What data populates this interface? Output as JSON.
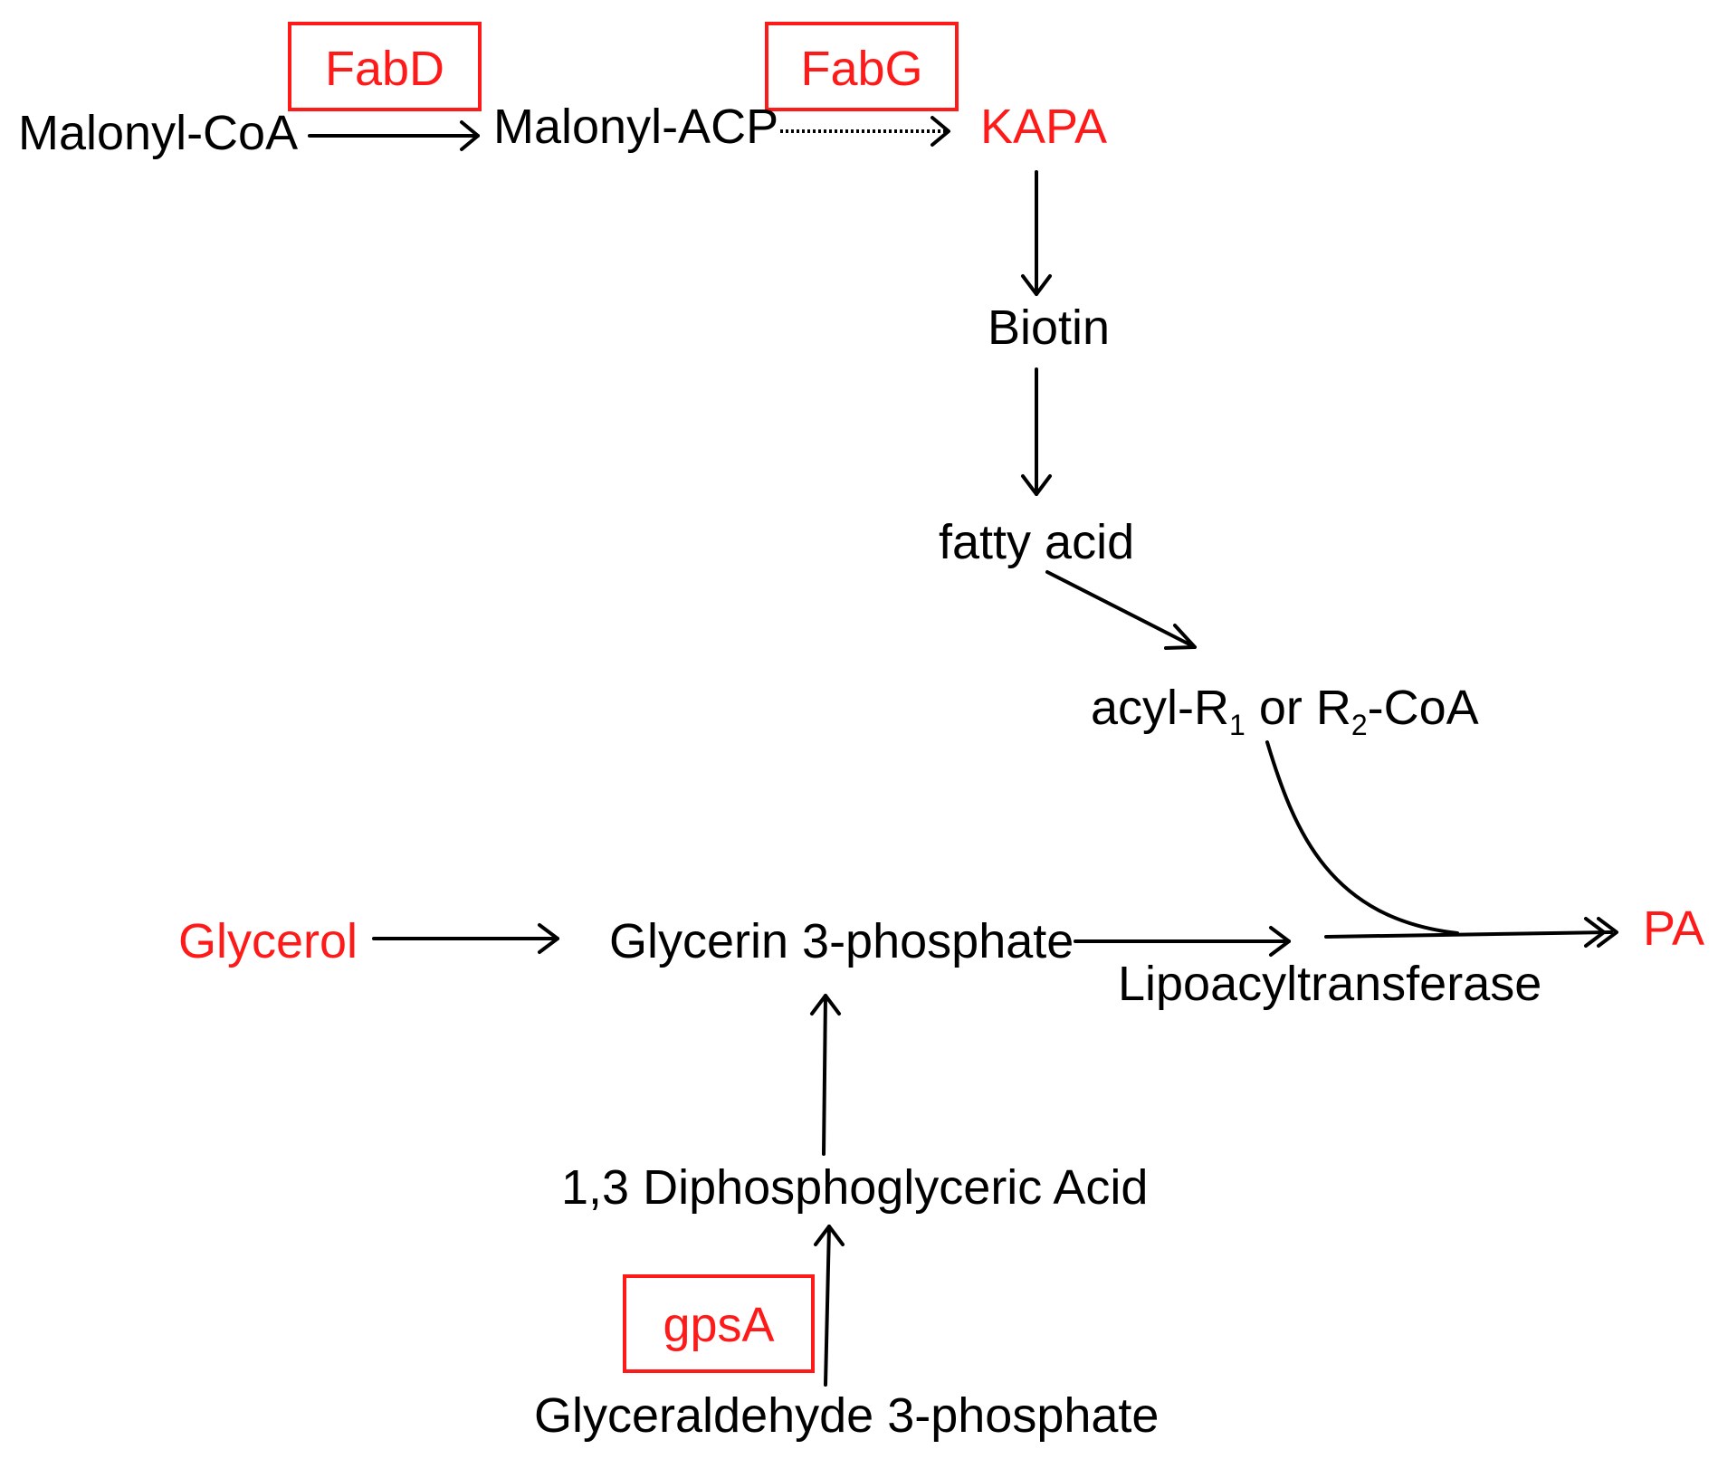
{
  "colors": {
    "highlight": "#ff1a1a",
    "text": "#000000",
    "background": "#ffffff"
  },
  "nodes": {
    "malonyl_coa": "Malonyl-CoA",
    "malonyl_acp": "Malonyl-ACP",
    "kapa": "KAPA",
    "biotin": "Biotin",
    "fatty_acid": "fatty acid",
    "acyl_prefix": "acyl-R",
    "acyl_sub1": "1",
    "acyl_middle": " or R",
    "acyl_sub2": "2",
    "acyl_suffix": "-CoA",
    "glycerol": "Glycerol",
    "glycerin_3_phosphate": "Glycerin 3-phosphate",
    "lipoacyltransferase": "Lipoacyltransferase",
    "pa": "PA",
    "diphosphoglyceric_acid": "1,3 Diphosphoglyceric Acid",
    "glyceraldehyde_3_phosphate": "Glyceraldehyde 3-phosphate"
  },
  "enzymes": {
    "fabd": "FabD",
    "fabg": "FabG",
    "gpsa": "gpsA"
  }
}
